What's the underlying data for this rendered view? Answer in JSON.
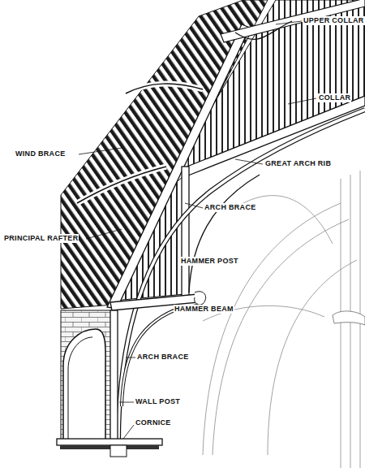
{
  "diagram": {
    "labels": [
      "UPPER COLLAR",
      "COLLAR",
      "WIND BRACE",
      "GREAT ARCH RIB",
      "ARCH BRACE",
      "PRINCIPAL RAFTER",
      "HAMMER POST",
      "HAMMER BEAM",
      "ARCH BRACE",
      "WALL POST",
      "CORNICE"
    ]
  }
}
